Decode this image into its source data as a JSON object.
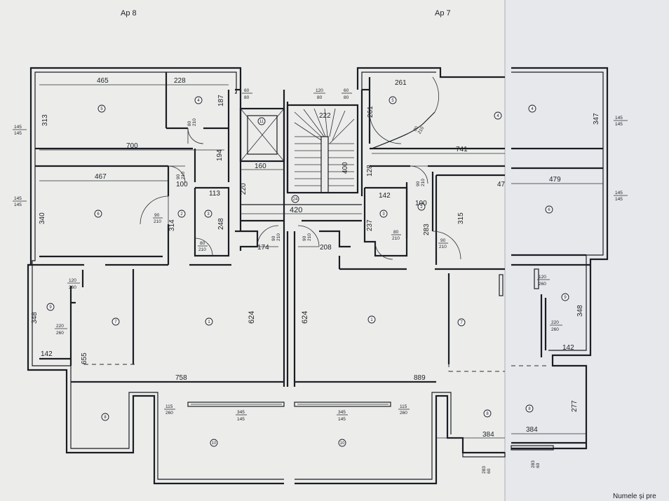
{
  "labels": {
    "ap_left": "Ap 8",
    "ap_right": "Ap 7",
    "footer_text": "Numele și pre"
  },
  "colors": {
    "paper_left": "#ecedea",
    "paper_right": "#e6e8ec",
    "ink": "#1a1d24"
  },
  "dims": {
    "d465": "465",
    "d228": "228",
    "d187": "187",
    "d313": "313",
    "d700": "700",
    "d194": "194",
    "d467": "467",
    "d100l": "100",
    "d340": "340",
    "d314": "314",
    "d113": "113",
    "d248": "248",
    "d160": "160",
    "d220": "220",
    "d222": "222",
    "d400": "400",
    "d420": "420",
    "d174": "174",
    "d208": "208",
    "d261a": "261",
    "d261b": "261",
    "d128": "128",
    "d741": "741",
    "d347": "347",
    "d479": "479",
    "d47": "47",
    "d142r": "142",
    "d100r": "100",
    "d237": "237",
    "d283": "283",
    "d315": "315",
    "d348l": "348",
    "d142l": "142",
    "d655": "655",
    "d624a": "624",
    "d624b": "624",
    "d758": "758",
    "d889": "889",
    "d348r": "348",
    "d142r2": "142",
    "d277": "277",
    "d384a": "384",
    "d384b": "384"
  },
  "fractions": {
    "f145_145": {
      "top": "145",
      "bottom": "145"
    },
    "f60_80": {
      "top": "60",
      "bottom": "80"
    },
    "f120_80": {
      "top": "120",
      "bottom": "80"
    },
    "f90_210": {
      "top": "90",
      "bottom": "210"
    },
    "f80_210": {
      "top": "80",
      "bottom": "210"
    },
    "f120_260": {
      "top": "120",
      "bottom": "260"
    },
    "f220_260": {
      "top": "220",
      "bottom": "260"
    },
    "f115_260": {
      "top": "115",
      "bottom": "260"
    },
    "f345_145": {
      "top": "345",
      "bottom": "145"
    },
    "f283_60": {
      "top": "283",
      "bottom": "60"
    }
  },
  "rooms": {
    "r1": "1",
    "r2": "2",
    "r3": "3",
    "r4": "4",
    "r5": "5",
    "r6": "6",
    "r7": "7",
    "r8": "8",
    "r9": "9",
    "r10": "10",
    "r11": "11",
    "r24": "24"
  }
}
